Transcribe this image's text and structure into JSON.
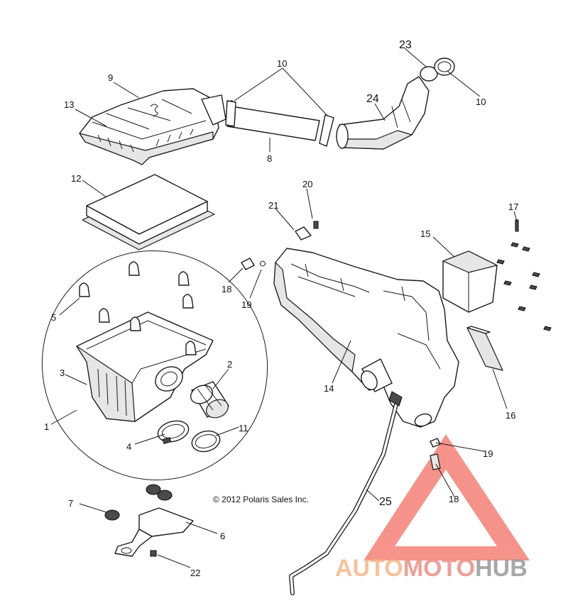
{
  "copyright": "© 2012 Polaris Sales Inc.",
  "watermark": {
    "prefix": "AUTO",
    "middle": "MOTO",
    "suffix": "HUB",
    "colors": {
      "prefix": "#f5b88a",
      "middle": "#ec8f86",
      "suffix": "#9a9a9a",
      "triangle": "#ee3b2b"
    }
  },
  "callouts": {
    "c1": "1",
    "c2": "2",
    "c3": "3",
    "c4": "4",
    "c5": "5",
    "c6": "6",
    "c7": "7",
    "c8": "8",
    "c9": "9",
    "c10a": "10",
    "c10b": "10",
    "c11": "11",
    "c12": "12",
    "c13": "13",
    "c14": "14",
    "c15": "15",
    "c16": "16",
    "c17": "17",
    "c18a": "18",
    "c18b": "18",
    "c19a": "19",
    "c19b": "19",
    "c20": "20",
    "c21": "21",
    "c22": "22",
    "c23": "23",
    "c24": "24",
    "c25": "25"
  }
}
